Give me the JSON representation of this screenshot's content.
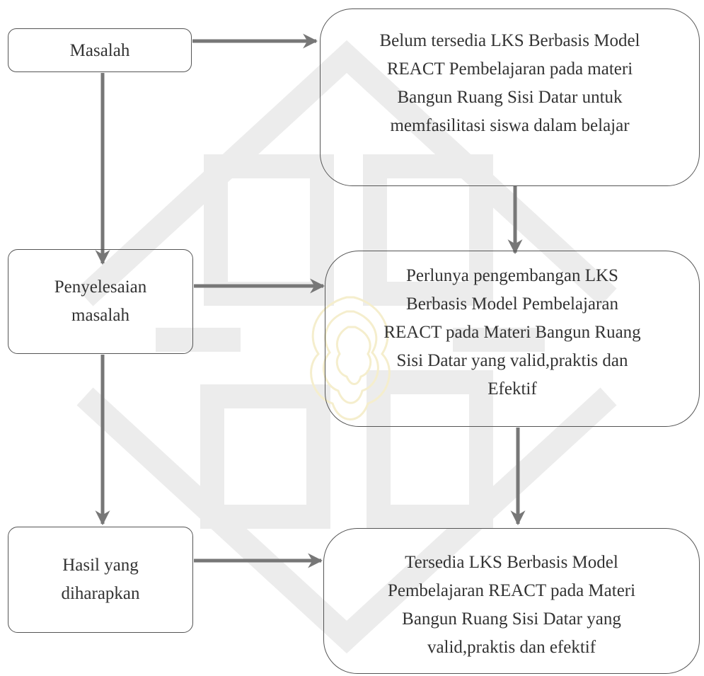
{
  "nodes": {
    "masalah": "Masalah",
    "belum_tersedia": "Belum tersedia LKS Berbasis Model\nREACT Pembelajaran pada materi\nBangun Ruang Sisi Datar untuk\nmemfasilitasi siswa dalam belajar",
    "penyelesaian": "Penyelesaian\nmasalah",
    "perlunya": "Perlunya pengembangan LKS\nBerbasis Model Pembelajaran\nREACT pada Materi Bangun Ruang\nSisi Datar yang valid,praktis dan\nEfektif",
    "hasil": "Hasil yang\ndiharapkan",
    "tersedia": "Tersedia LKS Berbasis Model\nPembelajaran REACT pada Materi\nBangun Ruang Sisi Datar yang\nvalid,praktis dan efektif"
  },
  "colors": {
    "arrow": "#777777",
    "box_border": "#555555",
    "text": "#333333",
    "watermark_gray": "#e7e7e7",
    "watermark_gold": "#f6efcc"
  }
}
